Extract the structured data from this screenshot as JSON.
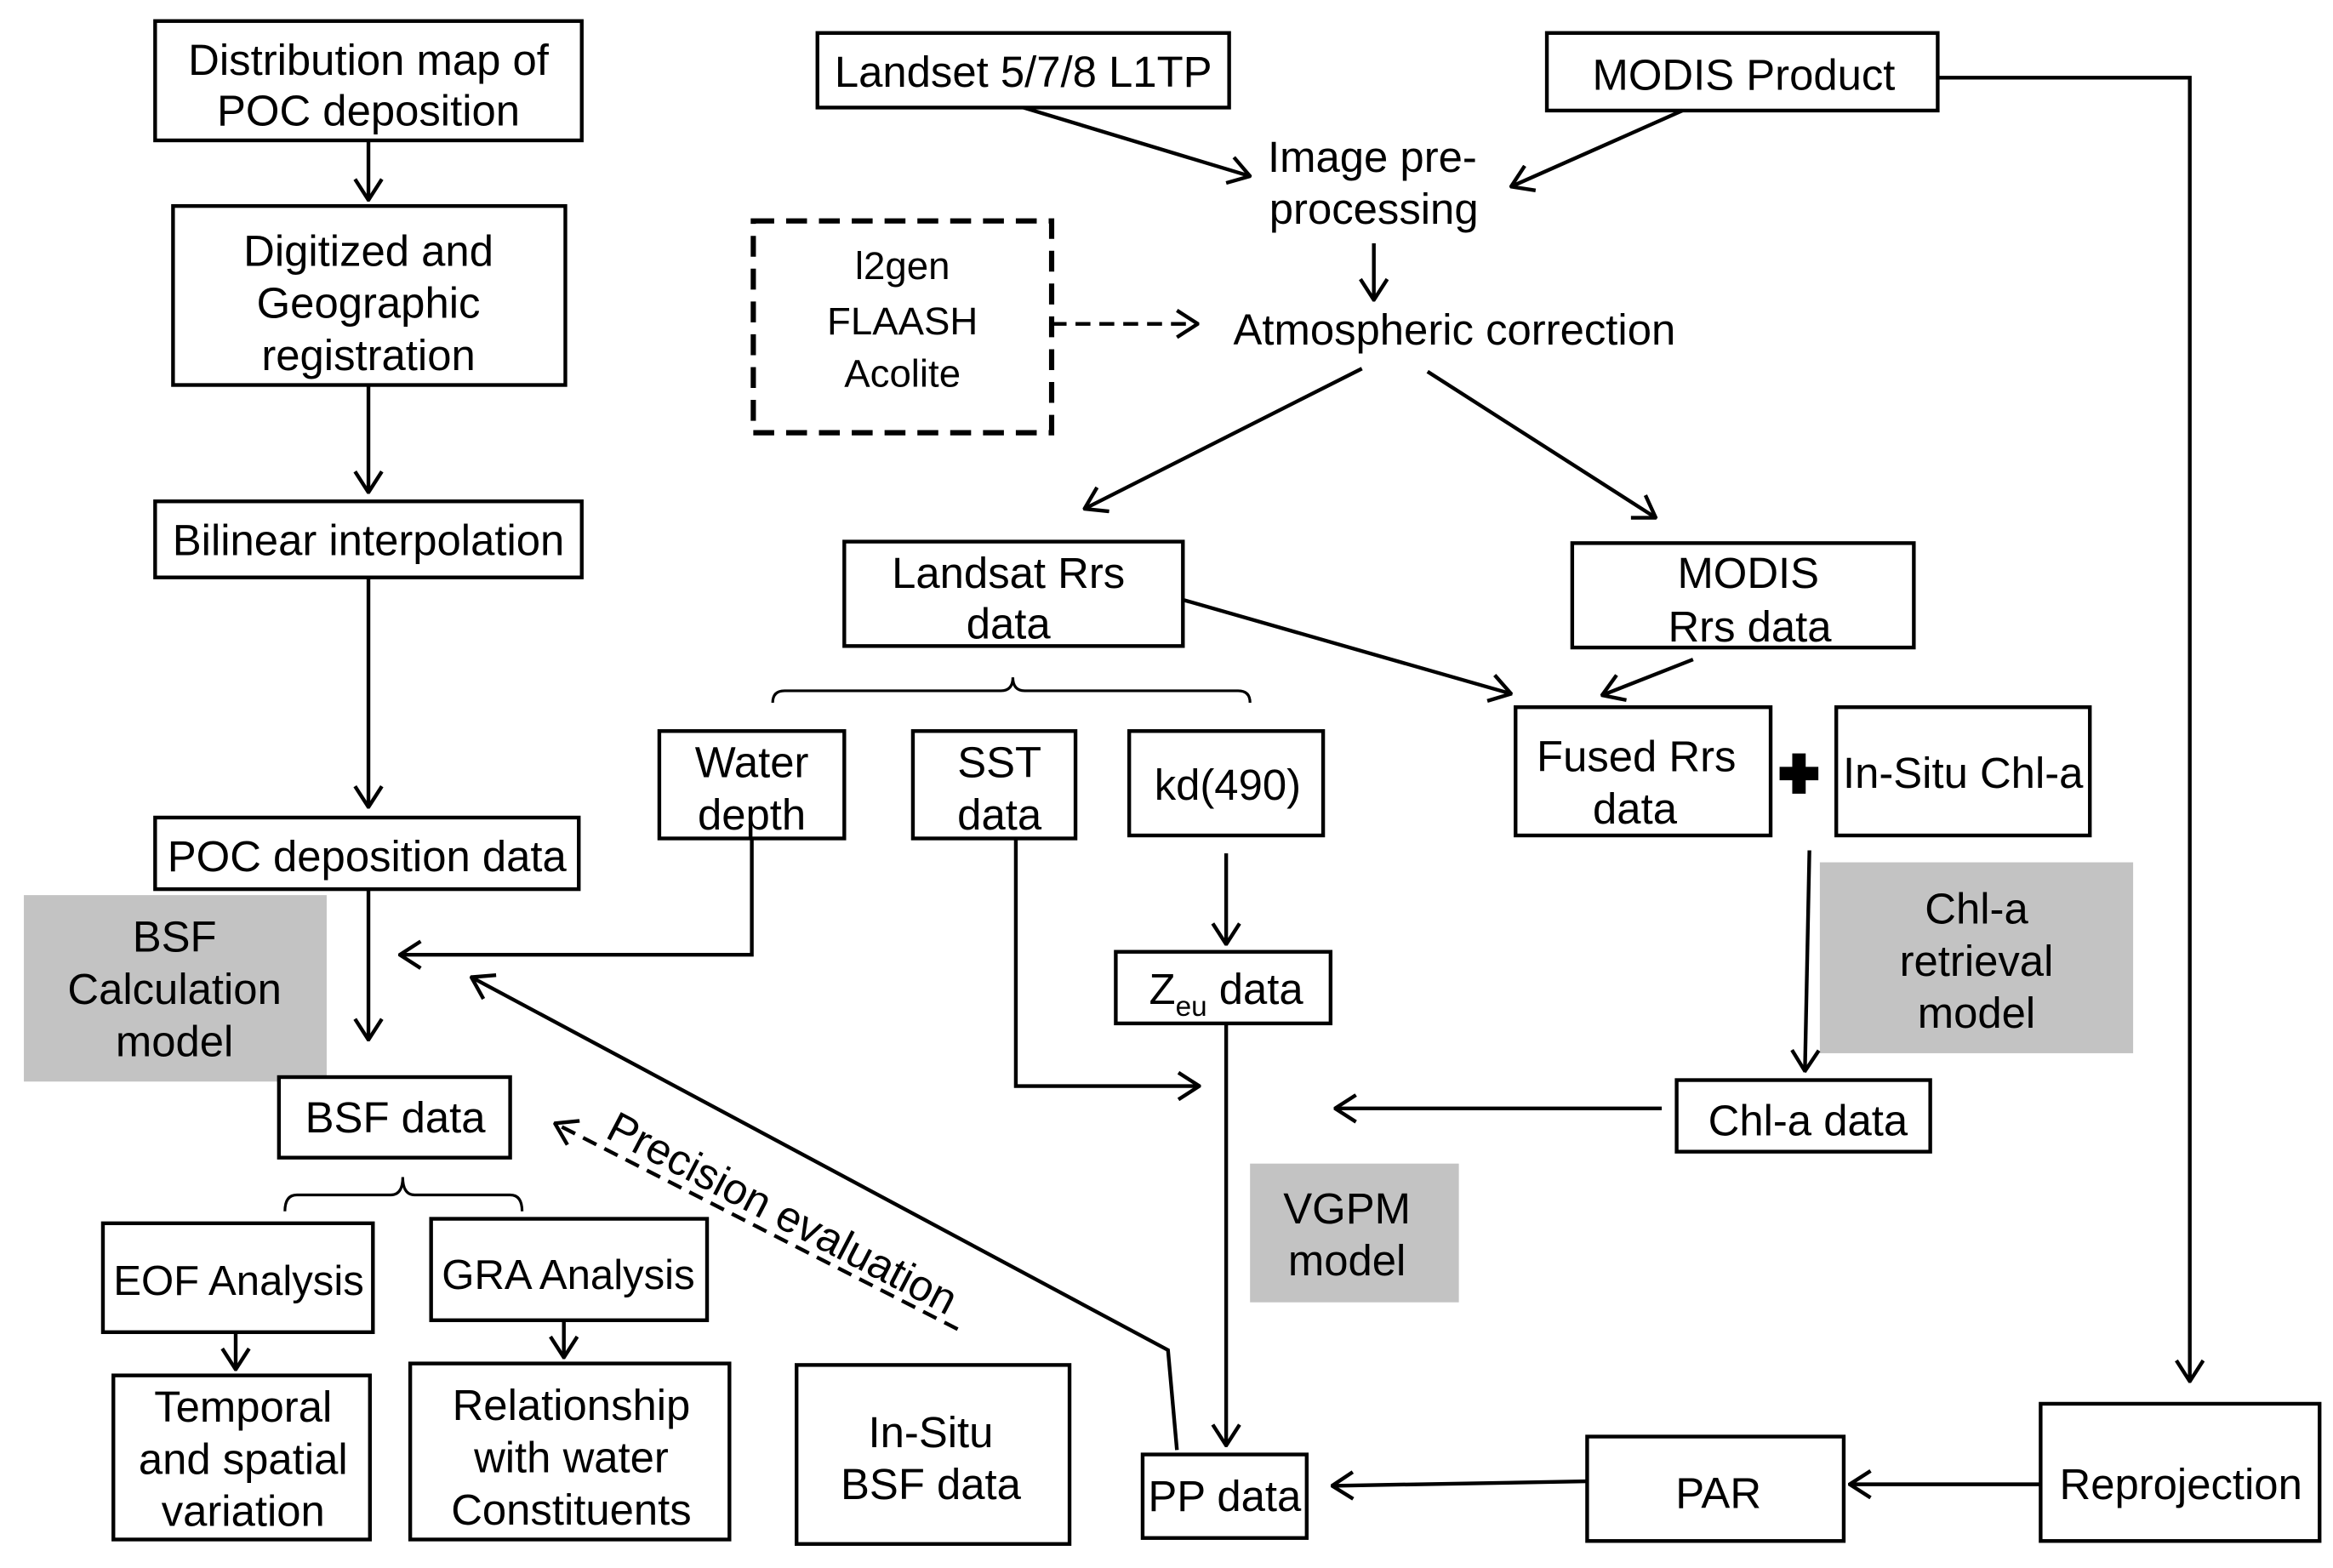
{
  "nodes": {
    "poc_distribution_map": {
      "lines": [
        "Distribution map of",
        "POC deposition"
      ]
    },
    "digitized_registration": {
      "lines": [
        "Digitized and",
        "Geographic",
        "registration"
      ]
    },
    "bilinear_interpolation": {
      "lines": [
        "Bilinear interpolation"
      ]
    },
    "poc_deposition_data": {
      "lines": [
        "POC deposition data"
      ]
    },
    "bsf_calculation_model": {
      "lines": [
        "BSF",
        "Calculation",
        "model"
      ]
    },
    "bsf_data": {
      "lines": [
        "BSF data"
      ]
    },
    "eof_analysis": {
      "lines": [
        "EOF Analysis"
      ]
    },
    "gra_analysis": {
      "lines": [
        "GRA Analysis"
      ]
    },
    "temporal_spatial_variation": {
      "lines": [
        "Temporal",
        "and spatial",
        "variation"
      ]
    },
    "relationship_water_constituents": {
      "lines": [
        "Relationship",
        "with water",
        "Constituents"
      ]
    },
    "insitu_bsf_data": {
      "lines": [
        "In-Situ",
        "BSF data"
      ]
    },
    "landsat_l1tp": {
      "lines": [
        "Landset 5/7/8 L1TP"
      ]
    },
    "modis_product": {
      "lines": [
        "MODIS Product"
      ]
    },
    "image_preprocessing": {
      "lines": [
        "Image pre-",
        "processing"
      ]
    },
    "atm_correction_algorithms": {
      "lines": [
        "l2gen",
        "FLAASH",
        "Acolite"
      ]
    },
    "atmospheric_correction": {
      "lines": [
        "Atmospheric correction"
      ]
    },
    "landsat_rrs_data": {
      "lines": [
        "Landsat Rrs",
        "data"
      ]
    },
    "modis_rrs_data": {
      "lines": [
        "MODIS",
        "Rrs data"
      ]
    },
    "water_depth": {
      "lines": [
        "Water",
        "depth"
      ]
    },
    "sst_data": {
      "lines": [
        "SST",
        "data"
      ]
    },
    "kd490": {
      "lines": [
        "kd(490)"
      ]
    },
    "fused_rrs_data": {
      "lines": [
        "Fused Rrs",
        "data"
      ]
    },
    "insitu_chla": {
      "lines": [
        "In-Situ Chl-a"
      ]
    },
    "chla_retrieval_model": {
      "lines": [
        "Chl-a",
        "retrieval",
        "model"
      ]
    },
    "zeu_data": {
      "symbol": "Z",
      "subscript": "eu",
      "suffix": " data"
    },
    "chla_data": {
      "lines": [
        "Chl-a data"
      ]
    },
    "vgpm_model": {
      "lines": [
        "VGPM",
        "model"
      ]
    },
    "pp_data": {
      "lines": [
        "PP data"
      ]
    },
    "par": {
      "lines": [
        "PAR"
      ]
    },
    "reprojection": {
      "lines": [
        "Reprojection"
      ]
    }
  },
  "edge_labels": {
    "precision_evaluation": "Precision evaluation"
  },
  "icons": {
    "combine": "plus-icon"
  },
  "colors": {
    "model_fill": "#c3c3c3",
    "stroke": "#000000",
    "background": "#ffffff"
  }
}
